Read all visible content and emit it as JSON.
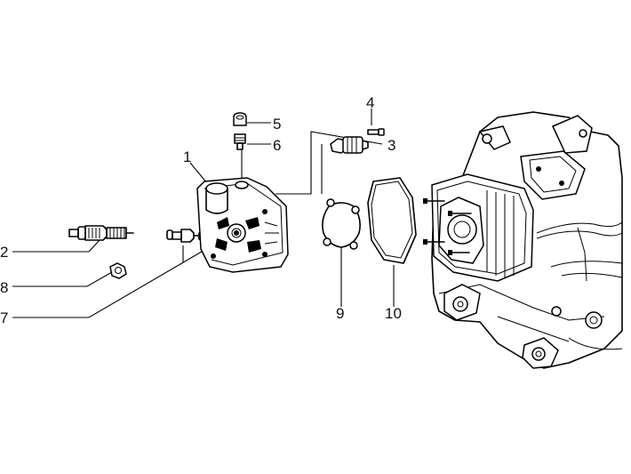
{
  "callouts": [
    {
      "id": "1",
      "text": "1"
    },
    {
      "id": "2",
      "text": "2"
    },
    {
      "id": "3",
      "text": "3"
    },
    {
      "id": "4",
      "text": "4"
    },
    {
      "id": "5",
      "text": "5"
    },
    {
      "id": "6",
      "text": "6"
    },
    {
      "id": "7",
      "text": "7"
    },
    {
      "id": "8",
      "text": "8"
    },
    {
      "id": "9",
      "text": "9"
    },
    {
      "id": "10",
      "text": "10"
    }
  ],
  "colors": {
    "ink": "#000000",
    "background": "#ffffff"
  }
}
